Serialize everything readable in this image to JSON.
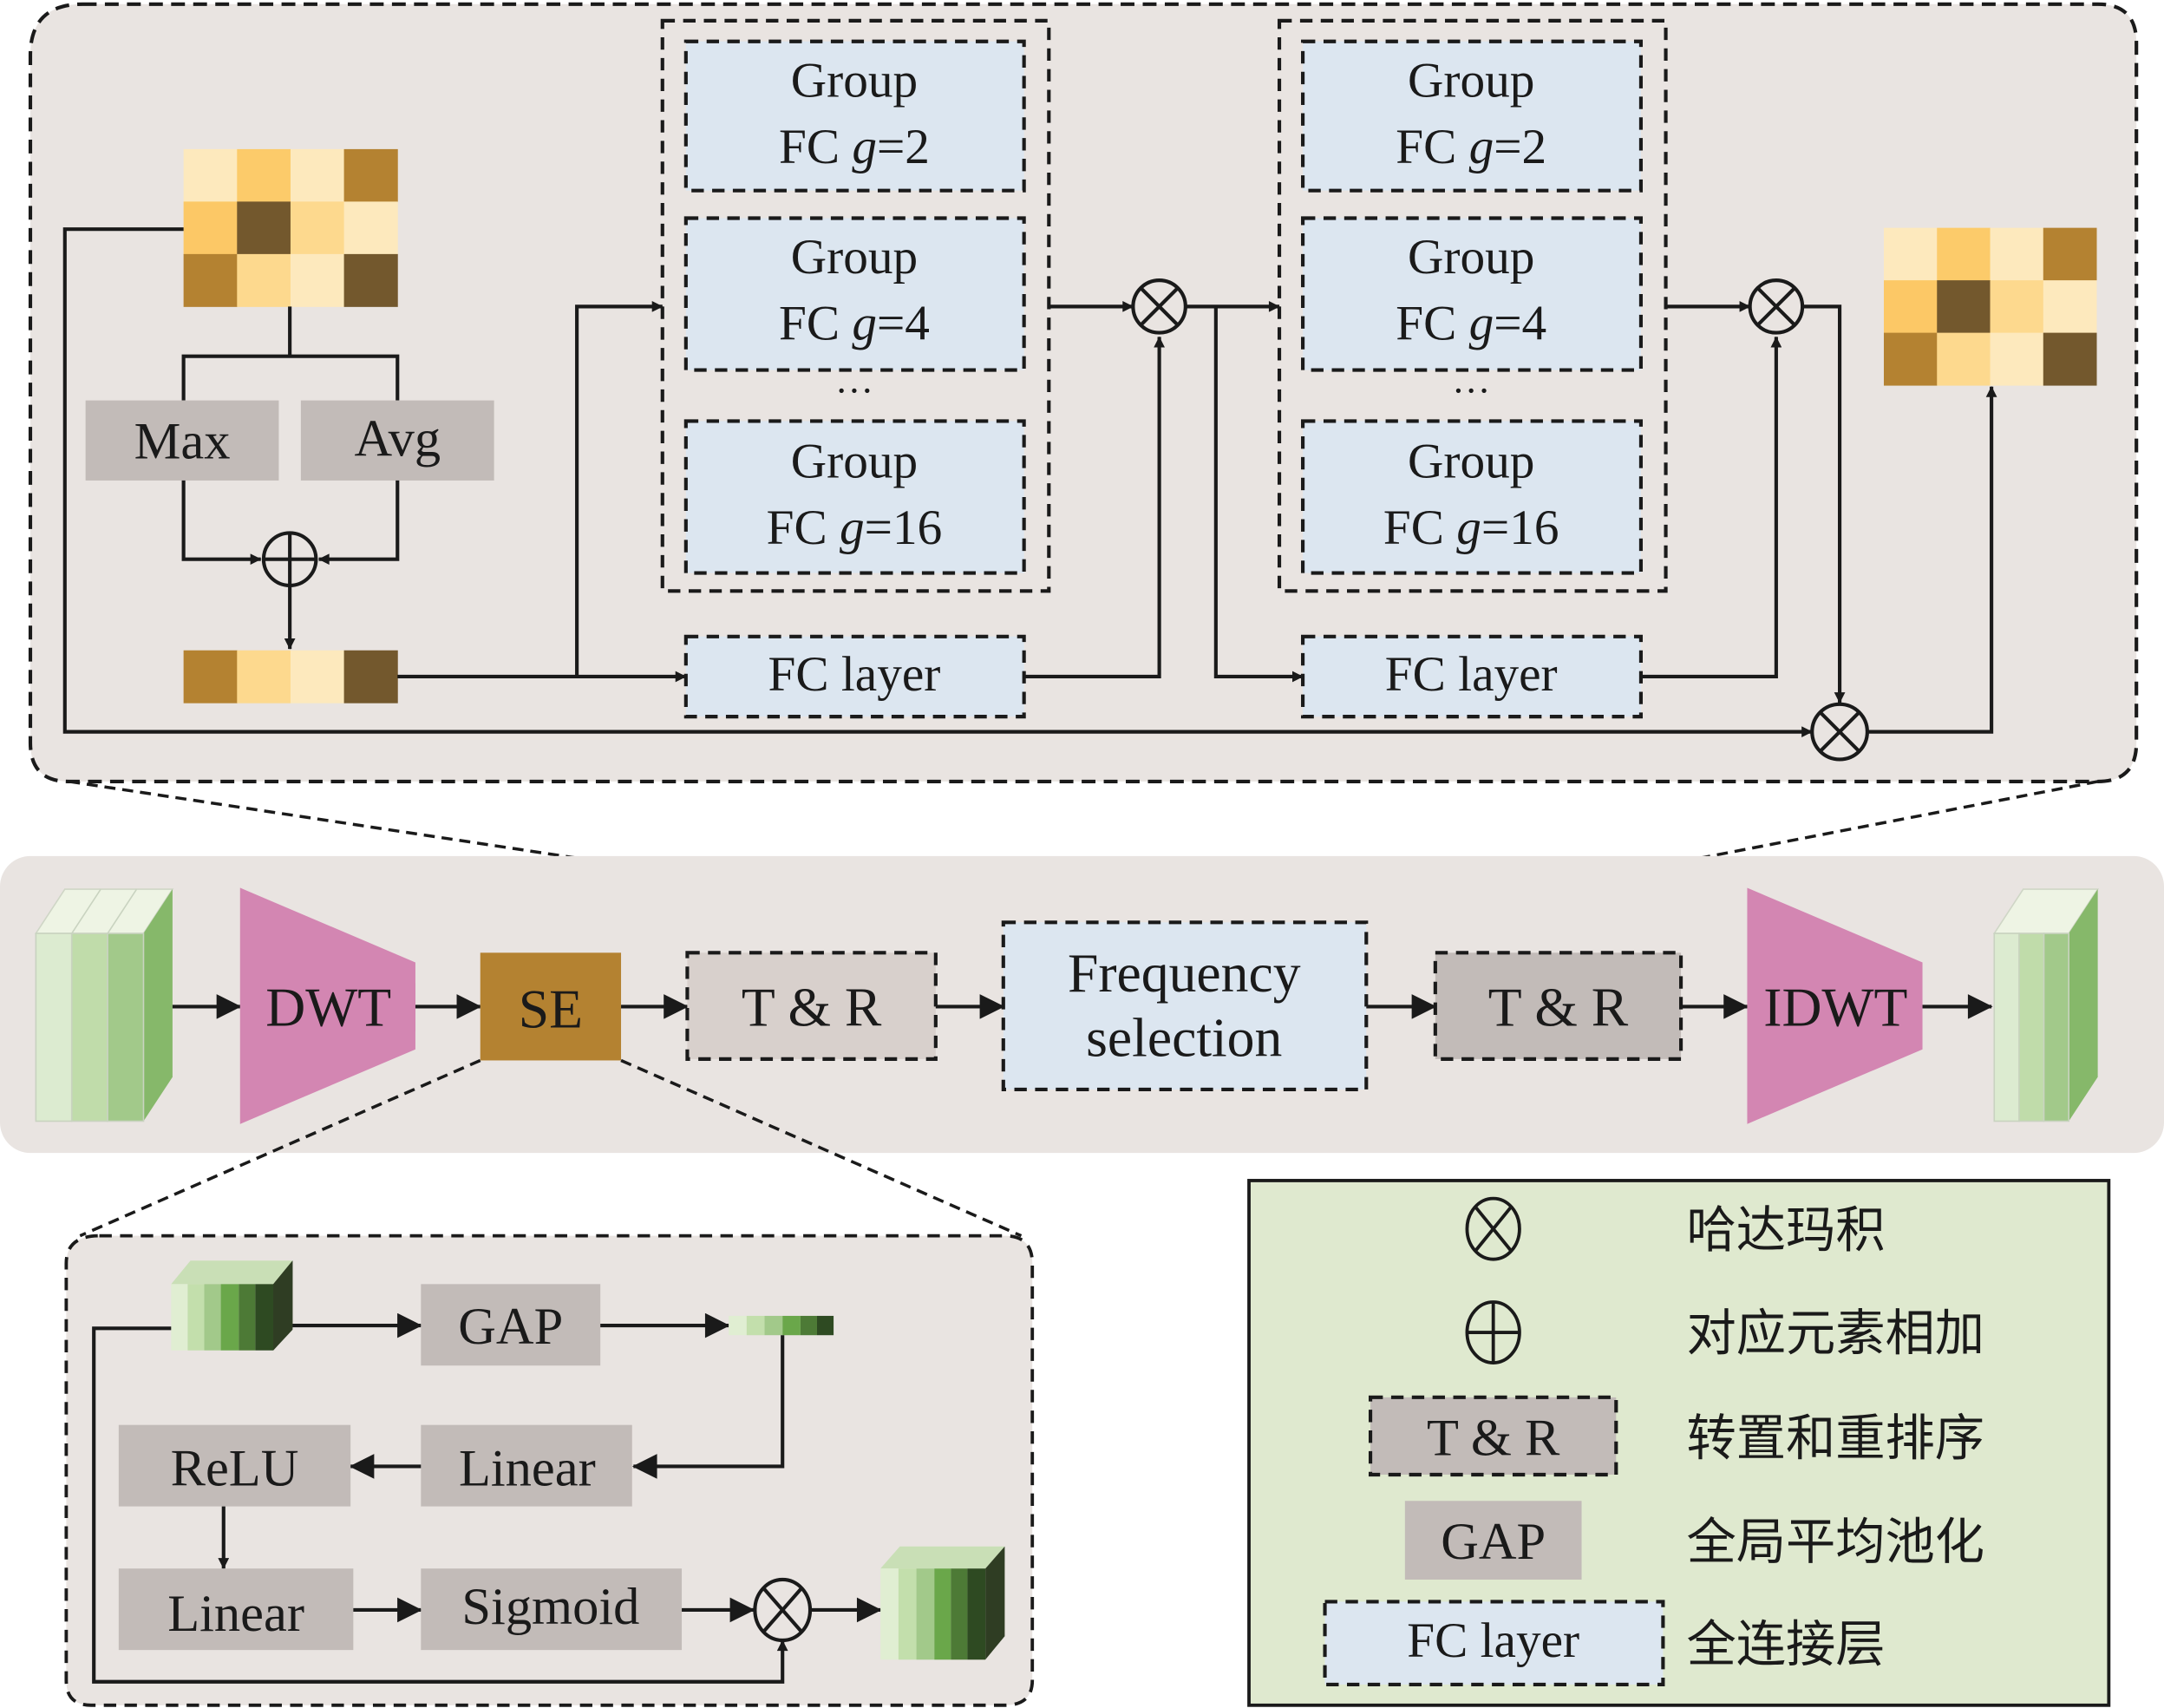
{
  "figure": {
    "top_panel": {
      "pool_labels": {
        "max": "Max",
        "avg": "Avg"
      },
      "group_fc_blocks": [
        {
          "line1": "Group",
          "line2_prefix": "FC ",
          "var": "g",
          "eq": "=2"
        },
        {
          "line1": "Group",
          "line2_prefix": "FC ",
          "var": "g",
          "eq": "=4"
        },
        {
          "ellipsis": "···"
        },
        {
          "line1": "Group",
          "line2_prefix": "FC ",
          "var": "g",
          "eq": "=16"
        }
      ],
      "fc_layer_label": "FC layer",
      "heatmap_colors": [
        [
          "#fde9bd",
          "#fccb6a",
          "#fde9bd",
          "#b48231"
        ],
        [
          "#fcc866",
          "#73582d",
          "#fdd98e",
          "#fde9bd"
        ],
        [
          "#b48231",
          "#fdd98e",
          "#fde9bd",
          "#73582d"
        ]
      ],
      "vector_colors": [
        "#b48231",
        "#fdd98e",
        "#fde9bd",
        "#73582d"
      ]
    },
    "middle_pipeline": {
      "dwt": "DWT",
      "se": "SE",
      "tr_left": "T & R",
      "freq_line1": "Frequency",
      "freq_line2": "selection",
      "tr_right": "T & R",
      "idwt": "IDWT"
    },
    "se_detail": {
      "gap": "GAP",
      "linear_top": "Linear",
      "relu": "ReLU",
      "linear_bottom": "Linear",
      "sigmoid": "Sigmoid"
    },
    "legend": {
      "items": [
        {
          "symbol": "hadamard-product",
          "label": "哈达玛积"
        },
        {
          "symbol": "element-wise-add",
          "label": "对应元素相加"
        },
        {
          "symbol": "T & R",
          "label": "转置和重排序"
        },
        {
          "symbol": "GAP",
          "label": "全局平均池化"
        },
        {
          "symbol": "FC layer",
          "label": "全连接层"
        }
      ]
    },
    "colors": {
      "panel_bg": "#e9e4e1",
      "gray_box": "#c2bbb8",
      "light_gray_box": "#d8d0cc",
      "blue_box": "#dce6f0",
      "pink": "#d386b2",
      "se_brown": "#b48231",
      "legend_bg": "#dfe9cf",
      "stroke": "#1a1a1a"
    }
  }
}
